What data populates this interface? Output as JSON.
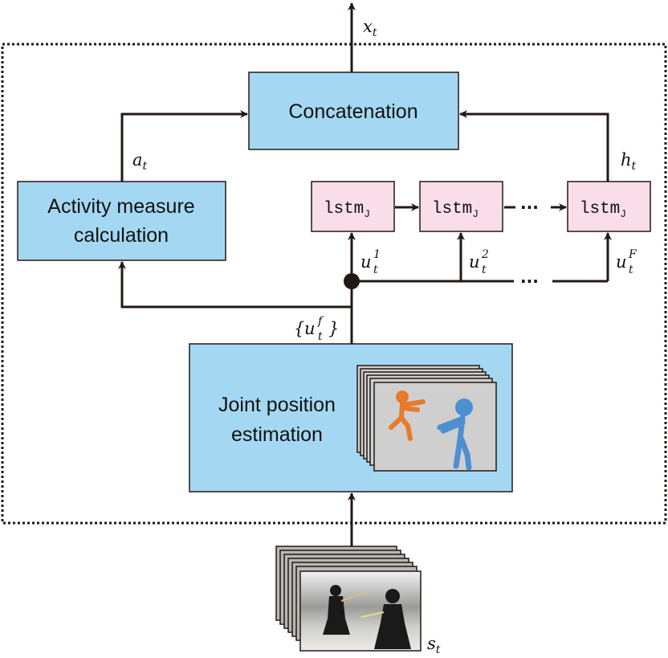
{
  "colors": {
    "box_blue": "#a4d8f2",
    "box_pink": "#f9dde8",
    "line": "#231815",
    "figure_orange": "#e87a2c",
    "figure_blue": "#4d8fd1",
    "frame_gray": "#cfcfcf"
  },
  "boxes": {
    "concatenation": "Concatenation",
    "activity_line1": "Activity measure",
    "activity_line2": "calculation",
    "joint_line1": "Joint position",
    "joint_line2": "estimation",
    "lstm_main": "lstm",
    "lstm_sub": "J"
  },
  "labels": {
    "x_main": "x",
    "x_sub": "t",
    "a_main": "a",
    "a_sub": "t",
    "h_main": "h",
    "h_sub": "t",
    "s_main": "s",
    "s_sub": "t",
    "u1_main": "u",
    "u1_sub": "t",
    "u1_sup": "1",
    "u2_main": "u",
    "u2_sub": "t",
    "u2_sup": "2",
    "uF_main": "u",
    "uF_sub": "t",
    "uF_sup": "F",
    "uset_open": "{",
    "uset_main": "u",
    "uset_sub": "t",
    "uset_sup": "f",
    "uset_close": "}",
    "ellipsis": "···"
  }
}
